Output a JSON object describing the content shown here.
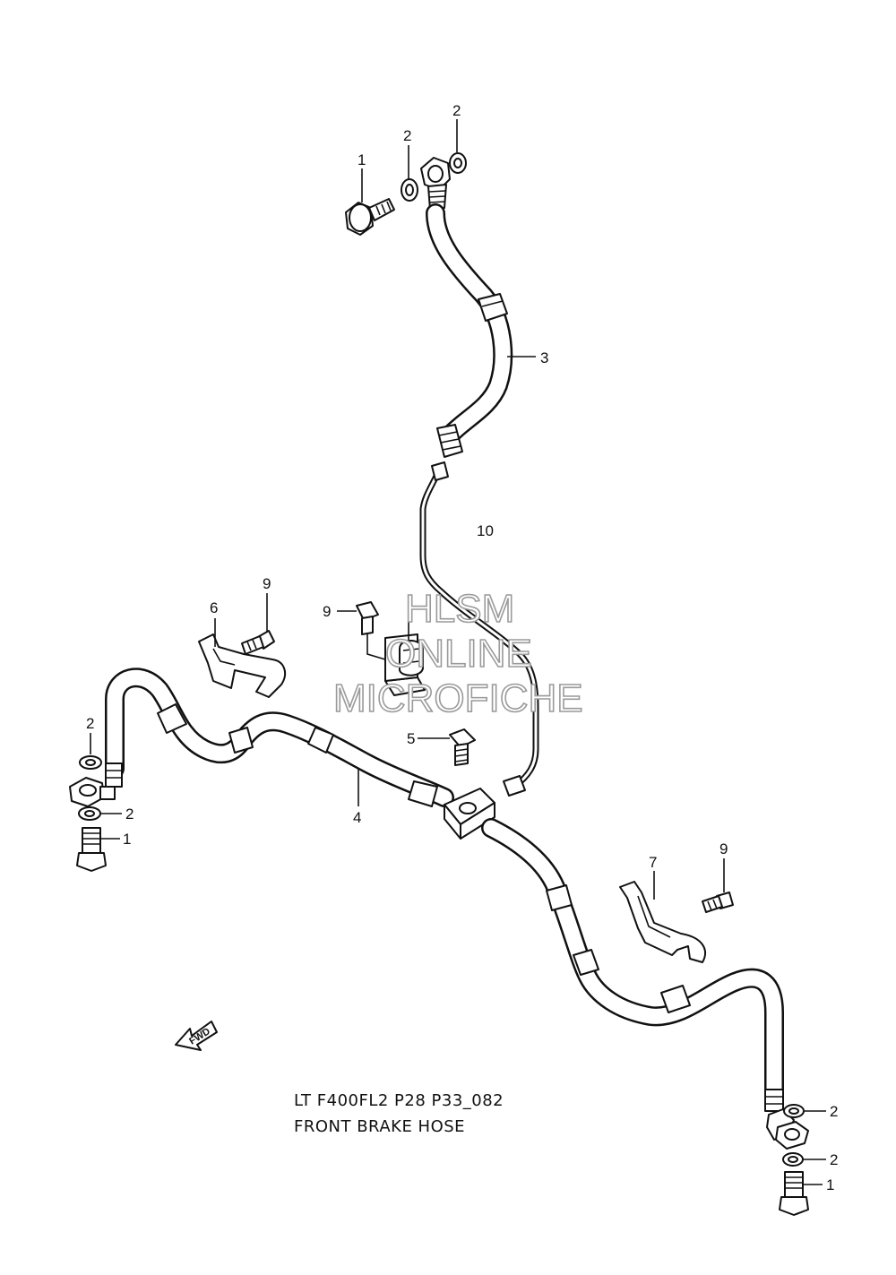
{
  "callouts": {
    "bolt_top": "1",
    "washer_top_left": "2",
    "washer_top_right": "2",
    "hose_upper": "3",
    "pipe_brake": "10",
    "clamp_left": "6",
    "bolt_clamp_left": "9",
    "bolt_clamp_center": "9",
    "bolt_junction": "5",
    "hose_main": "4",
    "washer_left_upper": "2",
    "washer_left_lower": "2",
    "bolt_left": "1",
    "clamp_right": "7",
    "bolt_clamp_right": "9",
    "washer_right_upper": "2",
    "washer_right_lower": "2",
    "bolt_right": "1"
  },
  "fwd_label": "FWD",
  "watermark": [
    "HLSM",
    "ONLINE",
    "MICROFICHE"
  ],
  "caption": {
    "code": "LT F400FL2 P28 P33_082",
    "title": "FRONT BRAKE HOSE"
  }
}
